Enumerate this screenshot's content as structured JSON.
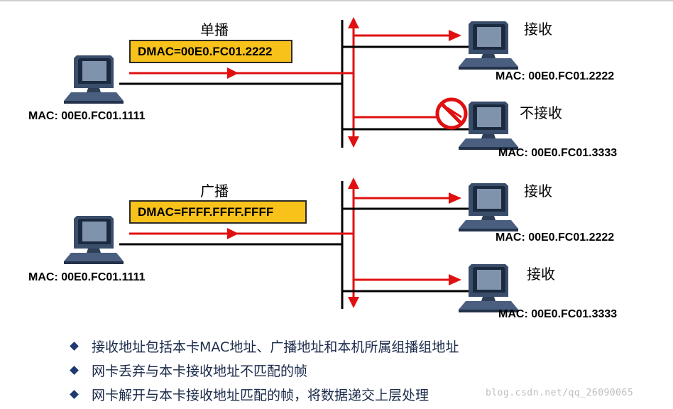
{
  "unicast": {
    "title": "单播",
    "dmac": "DMAC=00E0.FC01.2222",
    "sender_mac": "MAC: 00E0.FC01.1111",
    "receivers": [
      {
        "status": "接收",
        "mac": "MAC: 00E0.FC01.2222"
      },
      {
        "status": "不接收",
        "mac": "MAC: 00E0.FC01.3333"
      }
    ]
  },
  "broadcast": {
    "title": "广播",
    "dmac": "DMAC=FFFF.FFFF.FFFF",
    "sender_mac": "MAC: 00E0.FC01.1111",
    "receivers": [
      {
        "status": "接收",
        "mac": "MAC: 00E0.FC01.2222"
      },
      {
        "status": "接收",
        "mac": "MAC: 00E0.FC01.3333"
      }
    ]
  },
  "bullets": [
    "接收地址包括本卡MAC地址、广播地址和本机所属组播组地址",
    "网卡丢弃与本卡接收地址不匹配的帧",
    "网卡解开与本卡接收地址匹配的帧，将数据递交上层处理"
  ],
  "watermark": "blog.csdn.net/qq_26090065",
  "colors": {
    "arrow": "#e01010",
    "dmac_box": "#f9c21a",
    "bus": "#000000"
  }
}
